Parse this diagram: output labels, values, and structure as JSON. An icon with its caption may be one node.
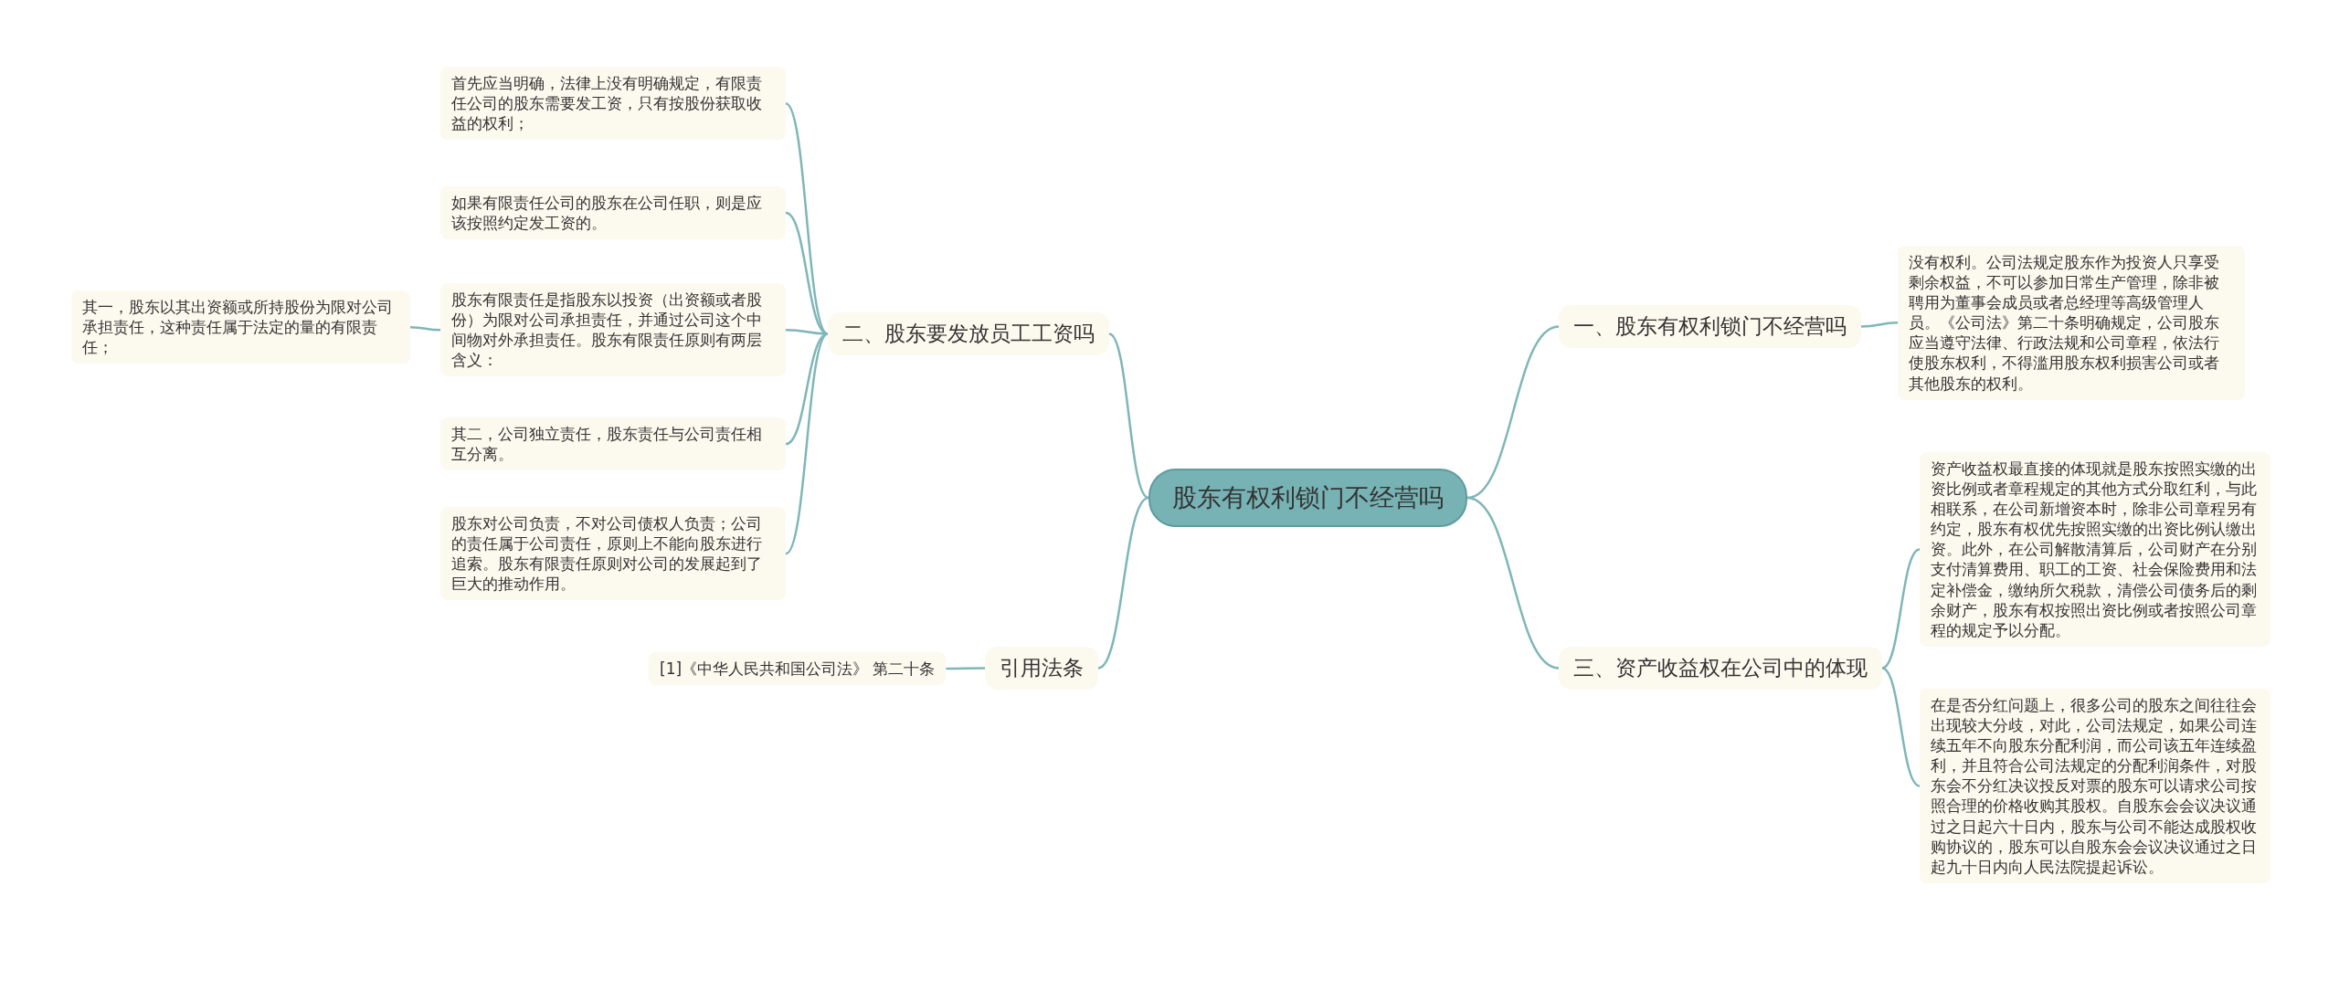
{
  "diagram": {
    "nodes": [
      {
        "text": [
          "股东有权利锁门不经营吗"
        ]
      },
      {
        "text": [
          "一、股东有权利锁门不经营吗"
        ]
      },
      {
        "text": [
          "没有权利。公司法规定股东作为投资人只享受剩余权益，不可以参加日常生产管理，除非被聘用为董事会成员或者总经理等高级管理人员。《公司法》第二十条明确规定，公司股东应当遵守法律、行政法规和公司章程，依法行使股东权利，不得滥用股东权利损害公司或者其他股东的权利。"
        ]
      },
      {
        "text": [
          "二、股东要发放员工工资吗"
        ]
      },
      {
        "text": [
          "首先应当明确，法律上没有明确规定，有限责任公司的股东需要发工资，只有按股份获取收益的权利；"
        ]
      },
      {
        "text": [
          "如果有限责任公司的股东在公司任职，则是应该按照约定发工资的。"
        ]
      },
      {
        "text": [
          "股东有限责任是指股东以投资（出资额或者股份）为限对公司承担责任，并通过公司这个中间物对外承担责任。股东有限责任原则有两层含义："
        ]
      },
      {
        "text": [
          "其一，股东以其出资额或所持股份为限对公司承担责任，这种责任属于法定的量的有限责任；"
        ]
      },
      {
        "text": [
          "其二，公司独立责任，股东责任与公司责任相互分离。"
        ]
      },
      {
        "text": [
          "股东对公司负责，不对公司债权人负责；公司的责任属于公司责任，原则上不能向股东进行追索。股东有限责任原则对公司的发展起到了巨大的推动作用。"
        ]
      },
      {
        "text": [
          "引用法条"
        ]
      },
      {
        "text": [
          "[1]《中华人民共和国公司法》 第二十条"
        ]
      },
      {
        "text": [
          "三、资产收益权在公司中的体现"
        ]
      },
      {
        "text": [
          "资产收益权最直接的体现就是股东按照实缴的出资比例或者章程规定的其他方式分取红利，与此相联系，在公司新增资本时，除非公司章程另有约定，股东有权优先按照实缴的出资比例认缴出资。此外，在公司解散清算后，公司财产在分别支付清算费用、职工的工资、社会保险费用和法定补偿金，缴纳所欠税款，清偿公司债务后的剩余财产，股东有权按照出资比例或者按照公司章程的规定予以分配。"
        ]
      },
      {
        "text": [
          "在是否分红问题上，很多公司的股东之间往往会出现较大分歧，对此，公司法规定，如果公司连续五年不向股东分配利润，而公司该五年连续盈利，并且符合公司法规定的分配利润条件，对股东会不分红决议投反对票的股东可以请求公司按照合理的价格收购其股权。自股东会会议决议通过之日起六十日内，股东与公司不能达成股权收购协议的，股东可以自股东会会议决议通过之日起九十日内向人民法院提起诉讼。"
        ]
      }
    ],
    "edges": [
      {
        "from": 0,
        "to": 1,
        "arrow": "none"
      },
      {
        "from": 1,
        "to": 2,
        "arrow": "none"
      },
      {
        "from": 0,
        "to": 3,
        "arrow": "none"
      },
      {
        "from": 3,
        "to": 4,
        "arrow": "none"
      },
      {
        "from": 3,
        "to": 5,
        "arrow": "none"
      },
      {
        "from": 3,
        "to": 6,
        "arrow": "none"
      },
      {
        "from": 6,
        "to": 7,
        "arrow": "none"
      },
      {
        "from": 3,
        "to": 8,
        "arrow": "none"
      },
      {
        "from": 3,
        "to": 9,
        "arrow": "none"
      },
      {
        "from": 0,
        "to": 10,
        "arrow": "none"
      },
      {
        "from": 10,
        "to": 11,
        "arrow": "none"
      },
      {
        "from": 0,
        "to": 12,
        "arrow": "none"
      },
      {
        "from": 12,
        "to": 13,
        "arrow": "none"
      },
      {
        "from": 12,
        "to": 14,
        "arrow": "none"
      }
    ]
  }
}
